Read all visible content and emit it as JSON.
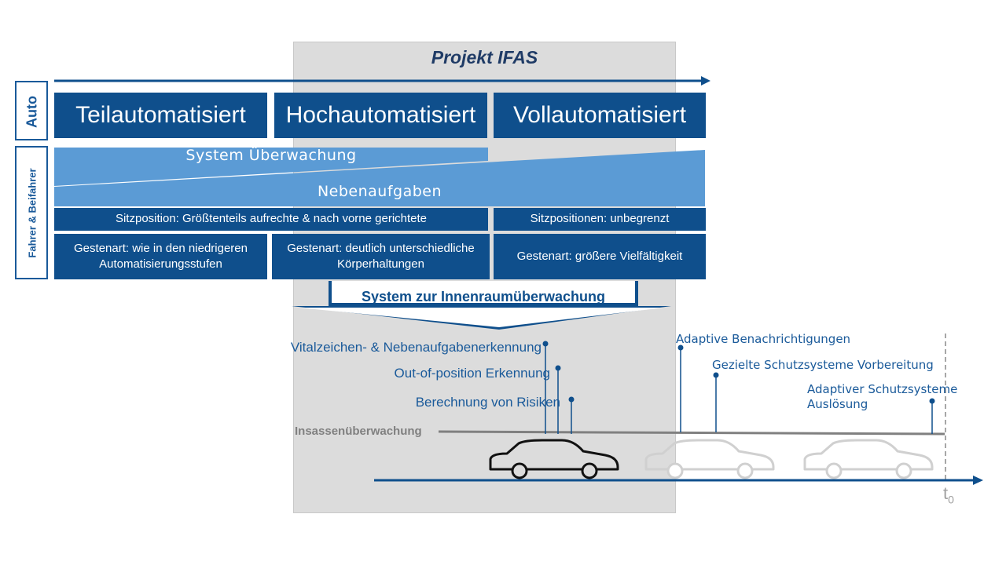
{
  "project_title": "Projekt IFAS",
  "side_labels": {
    "auto": "Auto",
    "fahrer": "Fahrer & Beifahrer"
  },
  "levels": [
    "Teilautomatisiert",
    "Hochautomatisiert",
    "Vollautomatisiert"
  ],
  "wedges": {
    "system": "System Überwachung",
    "neben": "Nebenaufgaben"
  },
  "sitz": {
    "left": "Sitzposition: Größtenteils aufrechte & nach vorne gerichtete",
    "right": "Sitzpositionen: unbegrenzt"
  },
  "gesten": [
    "Gestenart: wie in den niedrigeren Automatisierungsstufen",
    "Gestenart: deutlich unterschiedliche Körperhaltungen",
    "Gestenart: größere Vielfältigkeit"
  ],
  "funnel_label": "System zur Innenraumüberwachung",
  "timeline_left": [
    "Vitalzeichen- & Nebenaufgabenerkennung",
    "Out-of-position Erkennung",
    "Berechnung von Risiken"
  ],
  "timeline_right": [
    "Adaptive Benachrichtigungen",
    "Gezielte Schutzsysteme Vorbereitung",
    "Adaptiver Schutzsysteme",
    "Auslösung"
  ],
  "baseline_label": "Insassenüberwachung",
  "t0": {
    "main": "t",
    "sub": "0"
  },
  "colors": {
    "dark_blue": "#0f4f8c",
    "light_blue": "#5b9bd5",
    "panel_gray": "#dcdcdc",
    "baseline_gray": "#808080"
  }
}
